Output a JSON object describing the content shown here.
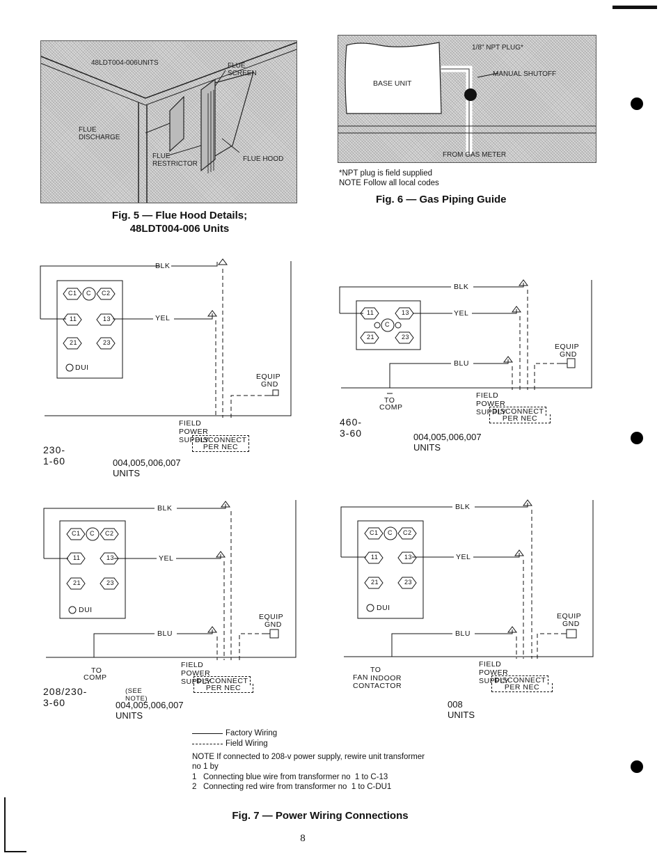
{
  "corner_mark": "",
  "fig5": {
    "labels": {
      "units": "48LDT004-006UNITS",
      "flue_screen": "FLUE SCREEN",
      "flue_discharge": "FLUE DISCHARGE",
      "flue_restrictor": "FLUE RESTRICTOR",
      "flue_hood": "FLUE HOOD"
    },
    "caption_line1": "Fig. 5 — Flue Hood Details;",
    "caption_line2": "48LDT004-006 Units"
  },
  "fig6": {
    "labels": {
      "base_unit": "BASE UNIT",
      "npt_plug": "1/8\" NPT PLUG*",
      "manual_shutoff": "MANUAL SHUTOFF",
      "from_gas_meter": "FROM GAS METER"
    },
    "note1": "*NPT plug is field supplied",
    "note2": "NOTE  Follow all local codes",
    "caption": "Fig. 6 — Gas Piping Guide"
  },
  "wiring": {
    "blk": "BLK",
    "yel": "YEL",
    "blu": "BLU",
    "equip": "EQUIP",
    "gnd": "GND",
    "field_power_supply": "FIELD POWER SUPPLY",
    "disconnect": "DISCONNECT",
    "per_nec": "PER NEC",
    "dui": "DUI",
    "to": "TO",
    "comp": "COMP",
    "to_indoor": "TO INDOOR",
    "fan_contactor": "FAN CONTACTOR",
    "terminals": {
      "c1": "C1",
      "c": "C",
      "c2": "C2",
      "t11": "11",
      "t13": "13",
      "t21": "21",
      "t23": "23"
    }
  },
  "panels": {
    "p1": {
      "voltage": "230-1-60",
      "units": "004,005,006,007 UNITS"
    },
    "p2": {
      "voltage": "460-3-60",
      "units": "004,005,006,007 UNITS"
    },
    "p3": {
      "voltage": "208/230-3-60",
      "see_note": "(SEE NOTE)",
      "units": "004,005,006,007 UNITS"
    },
    "p4": {
      "units": "008 UNITS"
    }
  },
  "legend": {
    "factory": "Factory Wiring",
    "field": "Field Wiring"
  },
  "note": {
    "line1": "NOTE  If connected to 208-v power supply, rewire unit transformer",
    "line2": "no  1 by",
    "item1": "1   Connecting blue wire from transformer no  1 to C-13",
    "item2": "2   Connecting red wire from transformer no  1 to C-DU1"
  },
  "fig7_caption": "Fig. 7 — Power Wiring Connections",
  "page_number": "8"
}
